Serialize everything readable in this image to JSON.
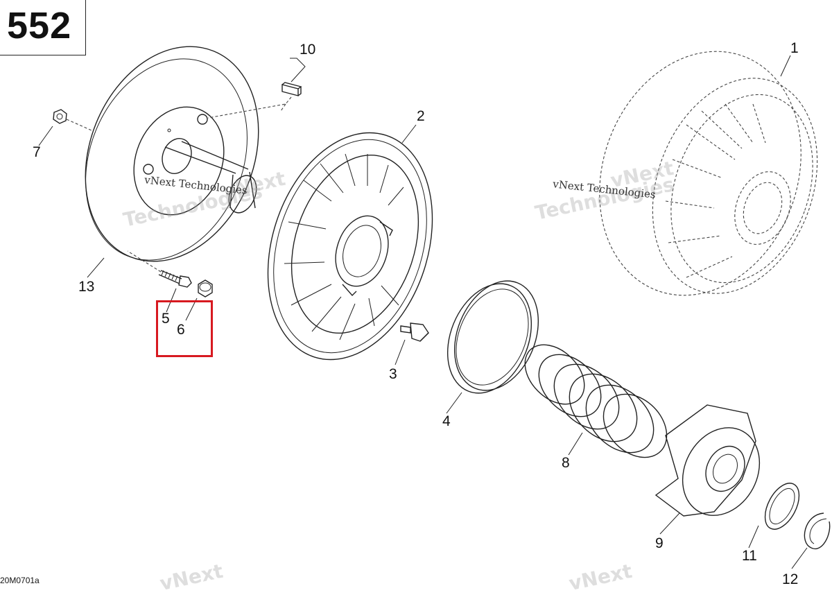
{
  "page_number": "552",
  "figure_code": "20M0701a",
  "watermark": {
    "brand_line1": "vNext",
    "brand_line2": "Technologies",
    "label": "vNext Technologies"
  },
  "callouts": [
    {
      "id": "1",
      "text": "1"
    },
    {
      "id": "2",
      "text": "2"
    },
    {
      "id": "3",
      "text": "3"
    },
    {
      "id": "4",
      "text": "4"
    },
    {
      "id": "5",
      "text": "5"
    },
    {
      "id": "6",
      "text": "6"
    },
    {
      "id": "7",
      "text": "7"
    },
    {
      "id": "8",
      "text": "8"
    },
    {
      "id": "9",
      "text": "9"
    },
    {
      "id": "10",
      "text": "10"
    },
    {
      "id": "11",
      "text": "11"
    },
    {
      "id": "12",
      "text": "12"
    },
    {
      "id": "13",
      "text": "13"
    }
  ],
  "highlight_color": "#d71920"
}
